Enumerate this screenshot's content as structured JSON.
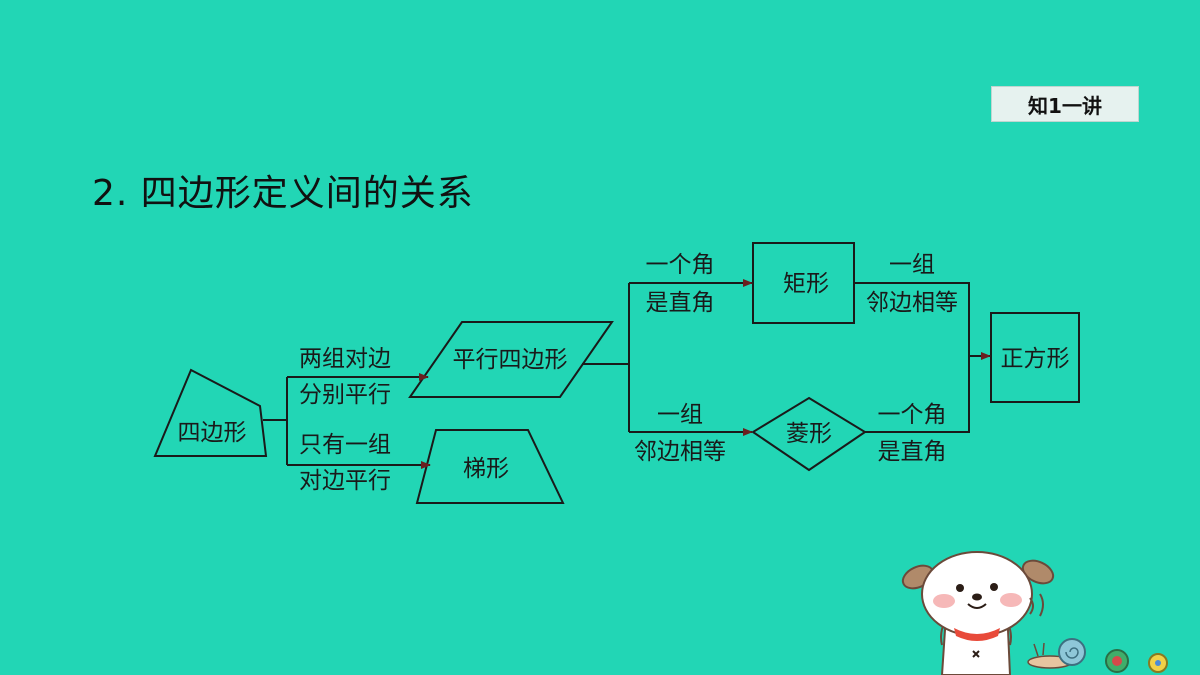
{
  "header": {
    "badge": "知1一讲"
  },
  "title": "2. 四边形定义间的关系",
  "diagram": {
    "nodes": {
      "quadrilateral": "四边形",
      "parallelogram": "平行四边形",
      "trapezoid": "梯形",
      "rectangle": "矩形",
      "rhombus": "菱形",
      "square": "正方形"
    },
    "edges": {
      "to_parallelogram": [
        "两组对边",
        "分别平行"
      ],
      "to_trapezoid": [
        "只有一组",
        "对边平行"
      ],
      "para_to_rectangle": [
        "一个角",
        "是直角"
      ],
      "para_to_rhombus": [
        "一组",
        "邻边相等"
      ],
      "rect_to_square": [
        "一组",
        "邻边相等"
      ],
      "rhombus_to_square": [
        "一个角",
        "是直角"
      ]
    }
  },
  "colors": {
    "background": "#22d6b5",
    "line": "#1a1a1a",
    "arrow": "#6b1f1f"
  }
}
